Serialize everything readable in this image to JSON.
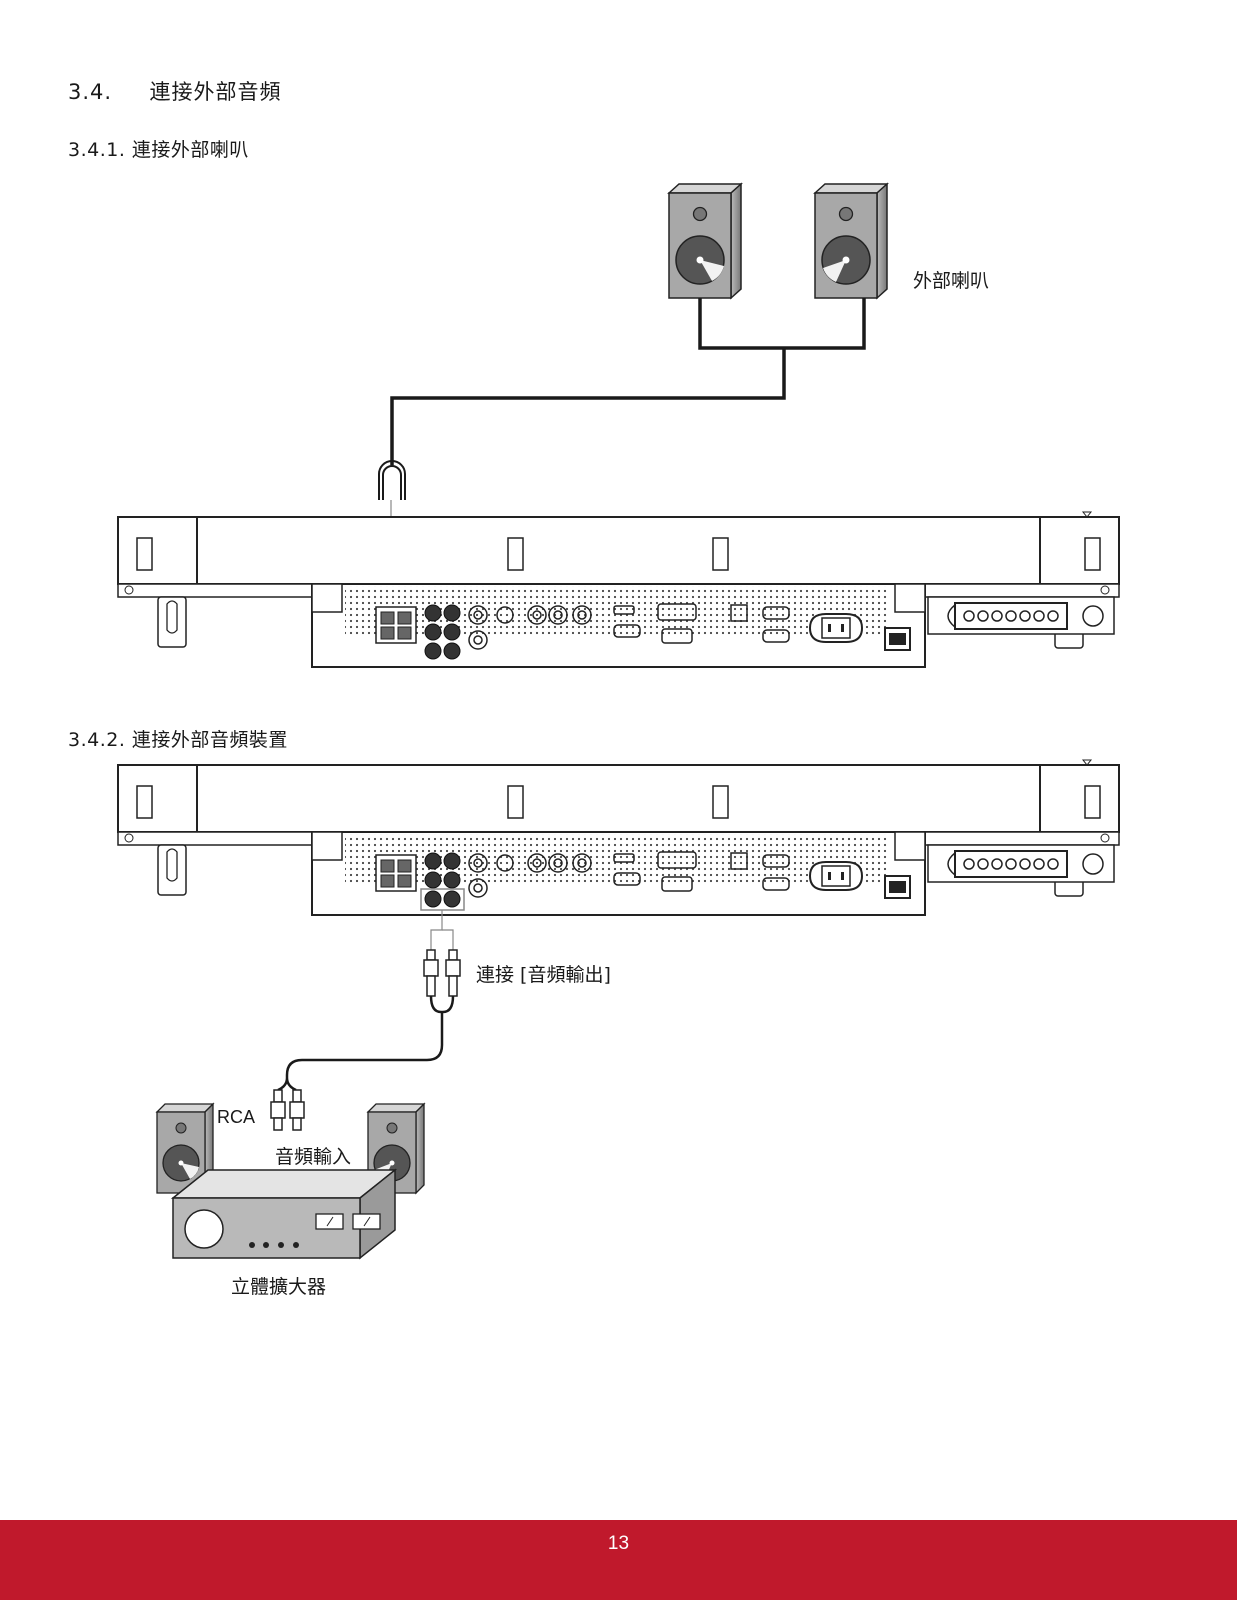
{
  "section": {
    "number": "3.4.",
    "title": "連接外部音頻"
  },
  "subsection1": {
    "heading": "3.4.1. 連接外部喇叭",
    "speaker_label": "外部喇叭"
  },
  "subsection2": {
    "heading": "3.4.2. 連接外部音頻裝置",
    "connect_label": "連接 [音頻輸出]",
    "rca_label": "RCA",
    "audio_in_label": "音頻輸入",
    "amp_label": "立體擴大器"
  },
  "footer": {
    "page_number": "13",
    "color": "#c0192c"
  }
}
